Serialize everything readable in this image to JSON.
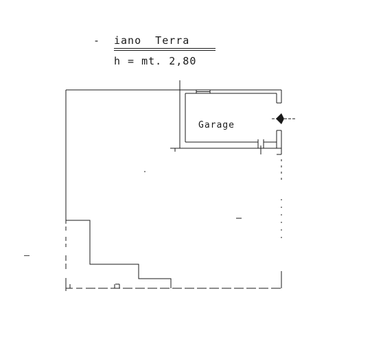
{
  "header": {
    "title": "iano  Terra",
    "height_note": "h = mt. 2,80"
  },
  "rooms": [
    {
      "label": "Garage"
    }
  ],
  "colors": {
    "ink": "#1a1a1a",
    "paper": "#ffffff"
  }
}
